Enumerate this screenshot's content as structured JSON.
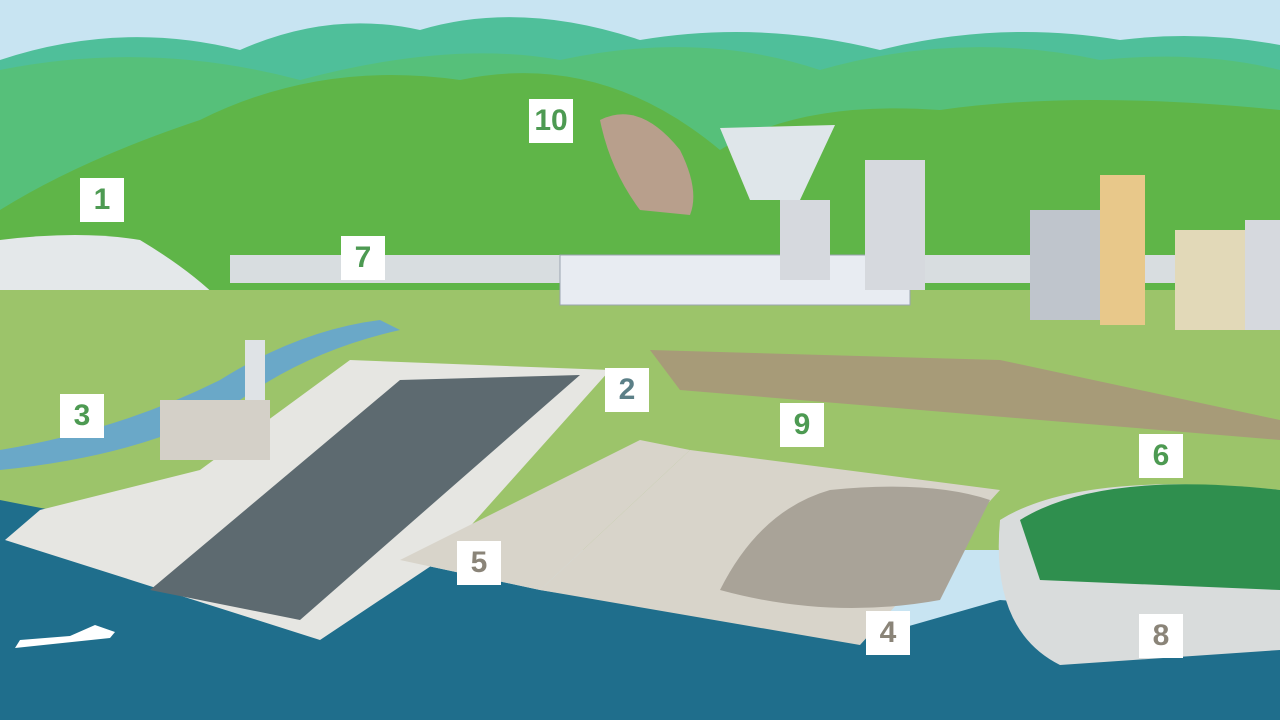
{
  "markers": [
    {
      "id": "1",
      "label": "1",
      "color": "#4d9a52"
    },
    {
      "id": "2",
      "label": "2",
      "color": "#5b7f87"
    },
    {
      "id": "3",
      "label": "3",
      "color": "#4d9a52"
    },
    {
      "id": "4",
      "label": "4",
      "color": "#8a8478"
    },
    {
      "id": "5",
      "label": "5",
      "color": "#8a8478"
    },
    {
      "id": "6",
      "label": "6",
      "color": "#4d9a52"
    },
    {
      "id": "7",
      "label": "7",
      "color": "#4d9a52"
    },
    {
      "id": "8",
      "label": "8",
      "color": "#8a8478"
    },
    {
      "id": "9",
      "label": "9",
      "color": "#4d9a52"
    },
    {
      "id": "10",
      "label": "10",
      "color": "#4d9a52"
    }
  ]
}
